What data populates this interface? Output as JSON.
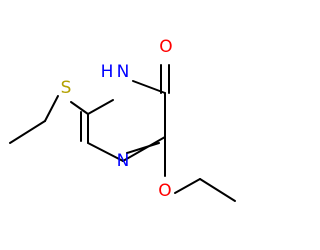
{
  "molecule": {
    "atoms": {
      "oxygen_carbonyl": {
        "label": "O",
        "color": "#ff0000"
      },
      "nitrogen_nh": {
        "label": "N",
        "color": "#0000ff"
      },
      "hydrogen_nh": {
        "label": "H",
        "color": "#0000ff"
      },
      "sulfur": {
        "label": "S",
        "color": "#b3a100"
      },
      "nitrogen_ring": {
        "label": "N",
        "color": "#0000ff"
      },
      "oxygen_ether": {
        "label": "O",
        "color": "#ff0000"
      }
    },
    "bond_color": "#000000"
  }
}
